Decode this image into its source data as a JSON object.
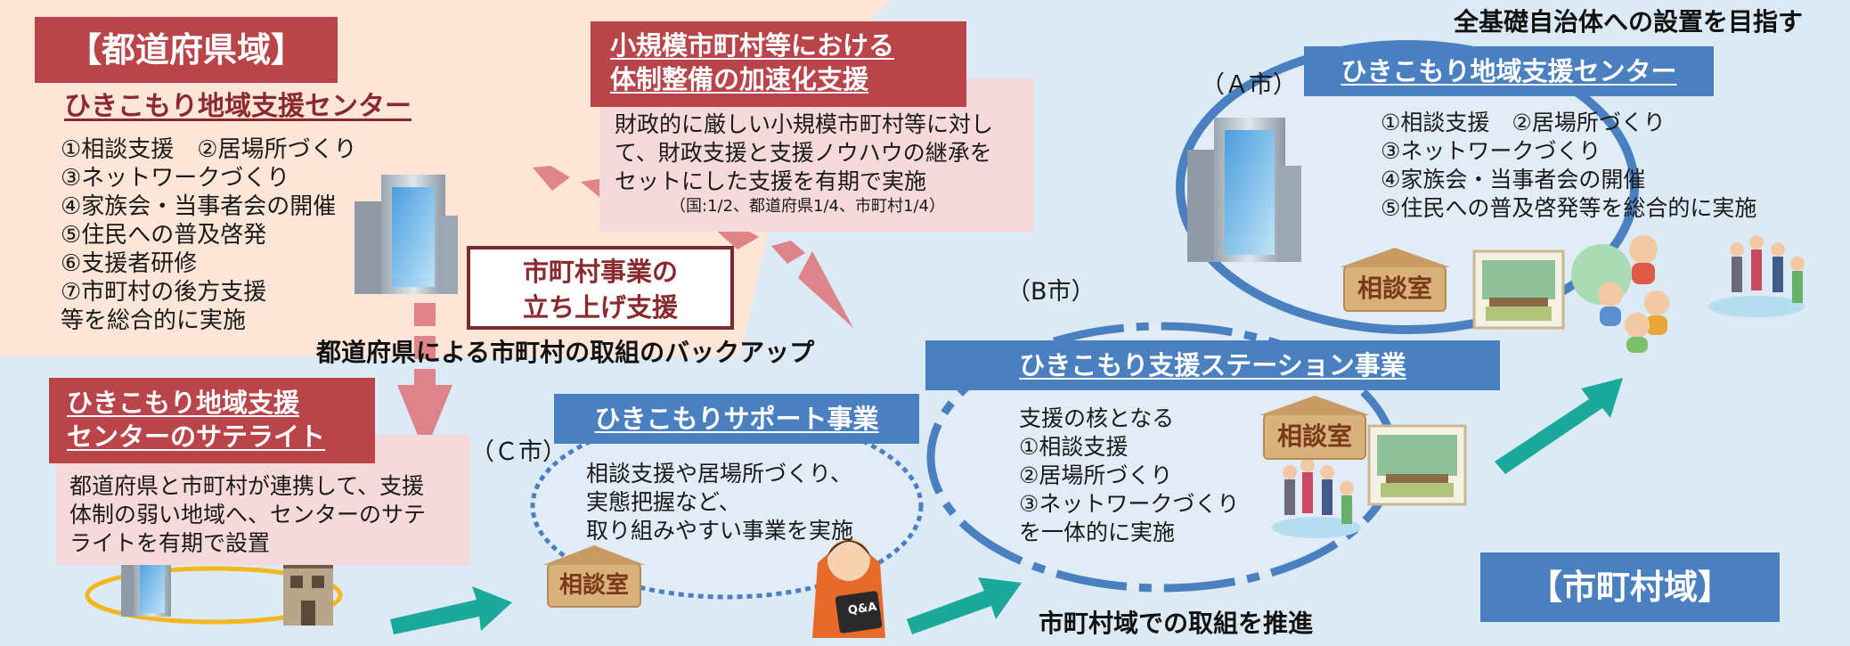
{
  "prefecture": {
    "region_label": "【都道府県域】",
    "center_title": "ひきこもり地域支援センター",
    "items": [
      "①相談支援　②居場所づくり",
      "③ネットワークづくり",
      "④家族会・当事者会の開催",
      "⑤住民への普及啓発",
      "⑥支援者研修",
      "⑦市町村の後方支援",
      "等を総合的に実施"
    ]
  },
  "small_muni": {
    "title_lines": [
      "小規模市町村等における",
      "体制整備の加速化支援"
    ],
    "desc_lines": [
      "財政的に厳しい小規模市町村等に対し",
      "て、財政支援と支援ノウハウの継承を",
      "セットにした支援を有期で実施"
    ],
    "ratio": "（国:1/2、都道府県1/4、市町村1/4）"
  },
  "launch_support": {
    "lines": [
      "市町村事業の",
      "立ち上げ支援"
    ]
  },
  "backup_caption": "都道府県による市町村の取組のバックアップ",
  "satellite": {
    "title_lines": [
      "ひきこもり地域支援",
      "センターのサテライト"
    ],
    "desc_lines": [
      "都道府県と市町村が連携して、支援",
      "体制の弱い地域へ、センターのサテ",
      "ライトを有期で設置"
    ]
  },
  "support_project": {
    "city_label": "（Ｃ市）",
    "title": "ひきこもりサポート事業",
    "desc_lines": [
      "相談支援や居場所づくり、",
      "実態把握など、",
      "取り組みやすい事業を実施"
    ]
  },
  "station": {
    "city_label": "（B市）",
    "title": "ひきこもり支援ステーション事業",
    "desc_lines": [
      "支援の核となる",
      "①相談支援",
      "②居場所づくり",
      "③ネットワークづくり",
      "を一体的に実施"
    ]
  },
  "city_a": {
    "goal": "全基礎自治体への設置を目指す",
    "city_label": "（Ａ市）",
    "title": "ひきこもり地域支援センター",
    "items": [
      "①相談支援　②居場所づくり",
      "③ネットワークづくり",
      "④家族会・当事者会の開催",
      "⑤住民への普及啓発等を総合的に実施"
    ]
  },
  "consult_room": "相談室",
  "qa_label": "Q&A",
  "promote_caption": "市町村域での取組を推進",
  "muni_region_label": "【市町村域】",
  "colors": {
    "red_banner": "#b9444a",
    "blue_banner": "#4a80c0",
    "peach_bg": "#fde6d8",
    "blue_bg": "#dbeaf4",
    "teal_arrow": "#1aa99a",
    "pink_arrow": "#dd7a7f"
  },
  "icons": [
    "building-icon",
    "house-icon",
    "consultation-room-sign-icon",
    "meeting-room-icon",
    "people-group-icon",
    "woman-holding-qa-board-icon",
    "arrow-icon"
  ]
}
